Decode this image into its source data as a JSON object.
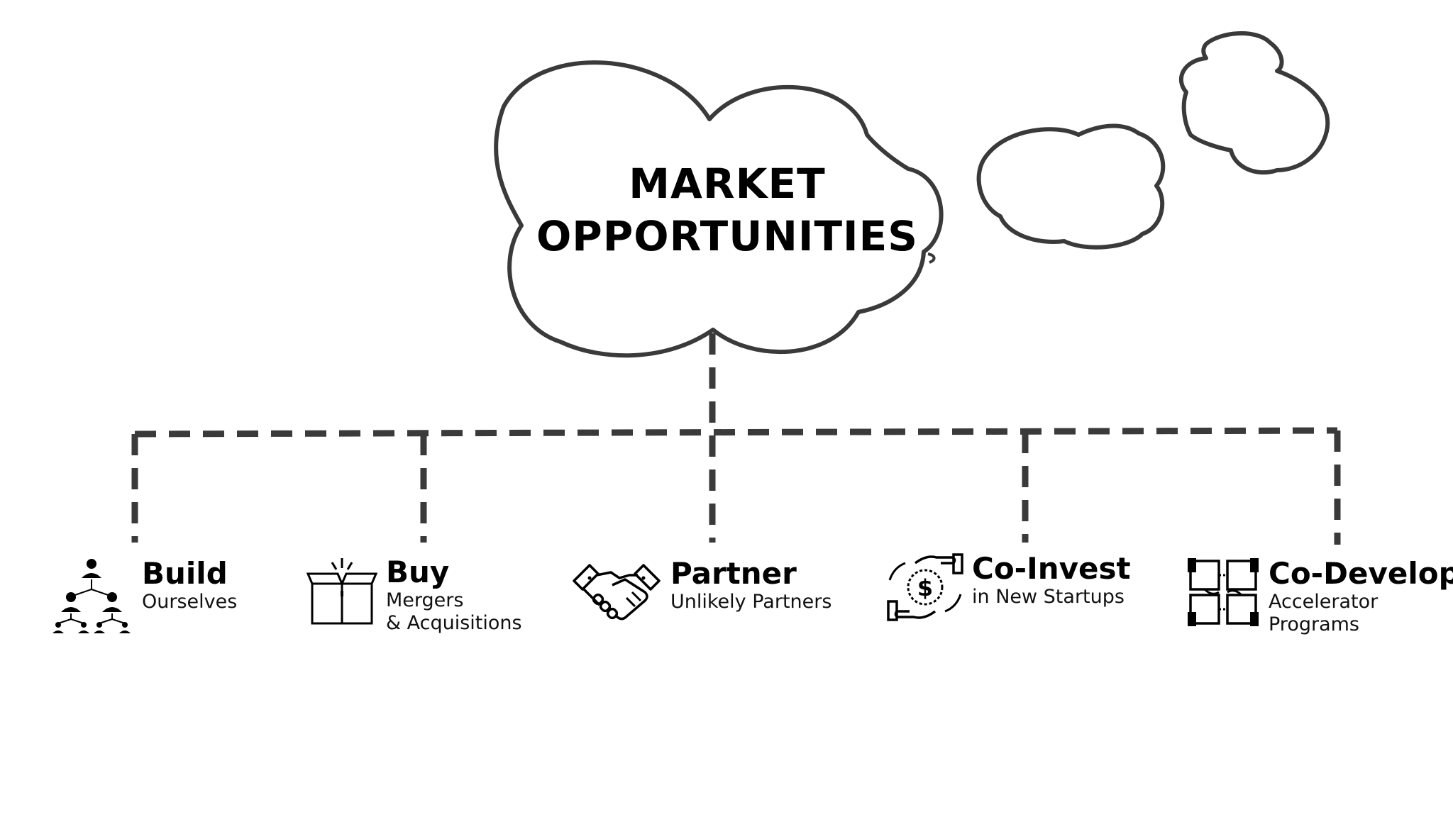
{
  "center": {
    "line1": "MARKET",
    "line2": "OPPORTUNITIES"
  },
  "nodes": [
    {
      "title": "Build",
      "sub1": "Ourselves",
      "sub2": "",
      "icon": "org-chart-icon"
    },
    {
      "title": "Buy",
      "sub1": "Mergers",
      "sub2": "& Acquisitions",
      "icon": "open-box-icon"
    },
    {
      "title": "Partner",
      "sub1": "Unlikely Partners",
      "sub2": "",
      "icon": "handshake-icon"
    },
    {
      "title": "Co-Invest",
      "sub1": "in New Startups",
      "sub2": "",
      "icon": "money-hands-icon"
    },
    {
      "title": "Co-Develop",
      "sub1": "Accelerator",
      "sub2": "Programs",
      "icon": "linked-hands-icon"
    }
  ],
  "colors": {
    "cloud_stroke": "#3a3a3a",
    "connector": "#3a3a3a",
    "text": "#000000",
    "background": "#ffffff"
  }
}
